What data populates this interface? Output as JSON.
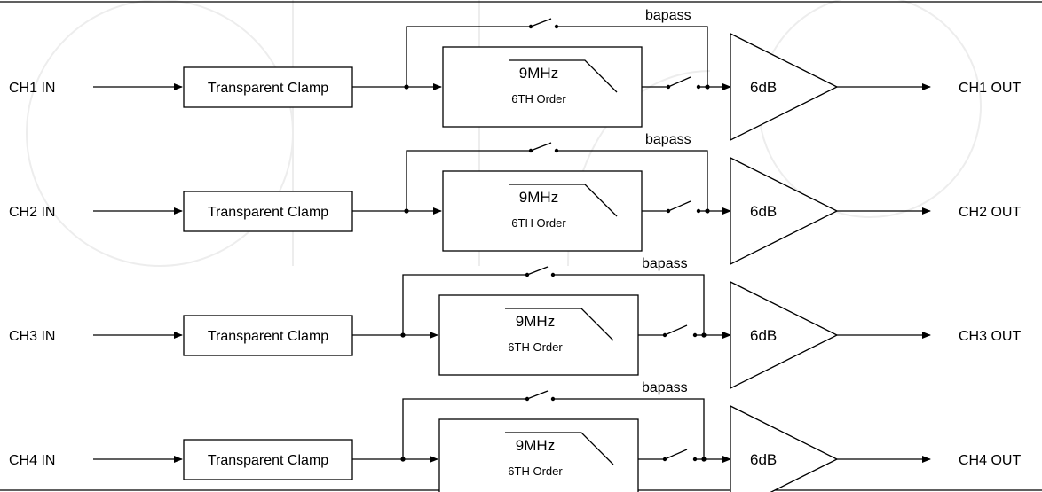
{
  "channels": [
    {
      "input": "CH1 IN",
      "output": "CH1 OUT",
      "clamp": "Transparent Clamp",
      "filter_freq": "9MHz",
      "filter_order": "6TH Order",
      "bypass": "bapass",
      "gain": "6dB"
    },
    {
      "input": "CH2 IN",
      "output": "CH2 OUT",
      "clamp": "Transparent Clamp",
      "filter_freq": "9MHz",
      "filter_order": "6TH Order",
      "bypass": "bapass",
      "gain": "6dB"
    },
    {
      "input": "CH3 IN",
      "output": "CH3 OUT",
      "clamp": "Transparent Clamp",
      "filter_freq": "9MHz",
      "filter_order": "6TH Order",
      "bypass": "bapass",
      "gain": "6dB"
    },
    {
      "input": "CH4 IN",
      "output": "CH4 OUT",
      "clamp": "Transparent Clamp",
      "filter_freq": "9MHz",
      "filter_order": "6TH Order",
      "bypass": "bapass",
      "gain": "6dB"
    }
  ],
  "colors": {
    "line": "#000000",
    "background": "#ffffff",
    "watermark": "#ededed"
  },
  "icons": [
    "arrow-icon",
    "switch-icon",
    "lowpass-response-icon",
    "amplifier-icon",
    "junction-dot-icon"
  ]
}
